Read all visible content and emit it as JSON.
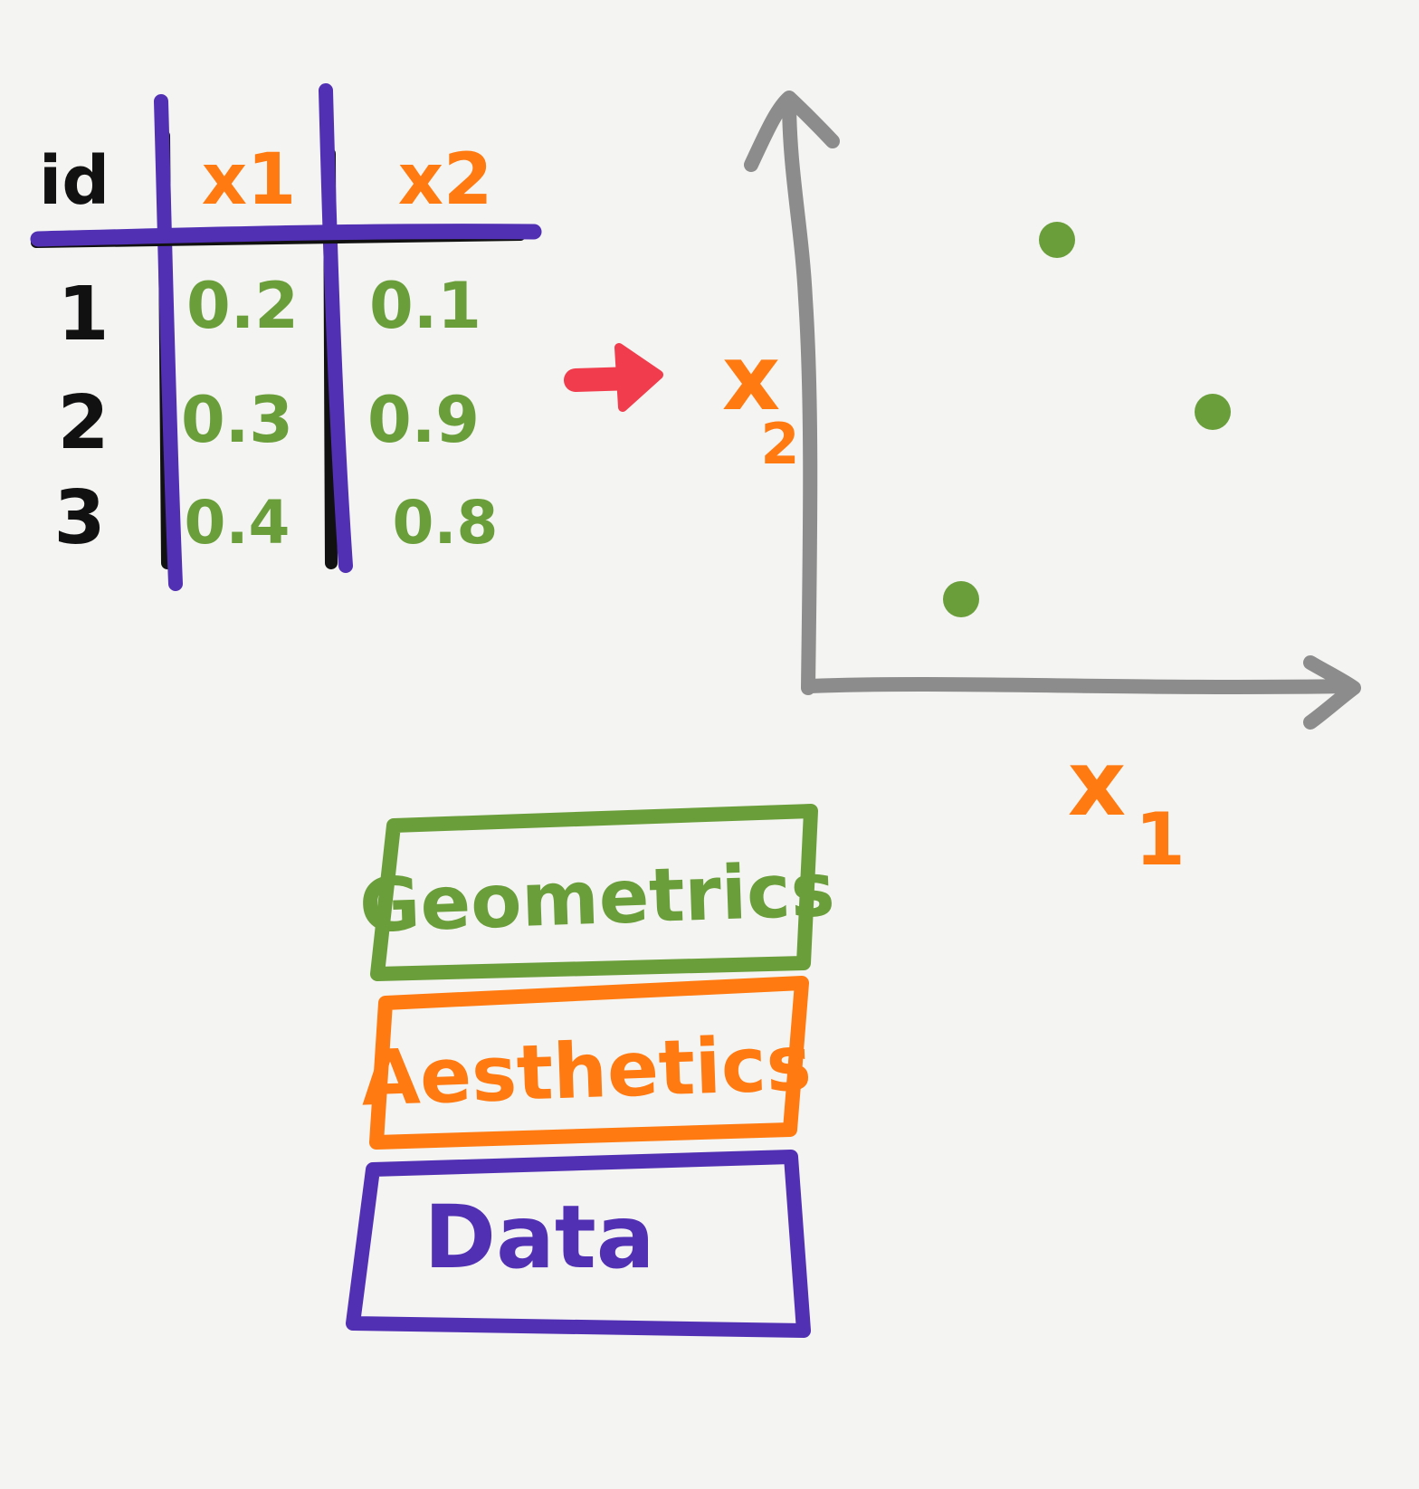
{
  "table": {
    "headers": [
      "id",
      "x1",
      "x2"
    ],
    "rows": [
      {
        "id": "1",
        "x1": "0.2",
        "x2": "0.1"
      },
      {
        "id": "2",
        "x1": "0.3",
        "x2": "0.9"
      },
      {
        "id": "3",
        "x1": "0.4",
        "x2": "0.8"
      }
    ]
  },
  "plot": {
    "x_label_main": "x",
    "x_label_sub": "1",
    "y_label_main": "x",
    "y_label_sub": "2"
  },
  "chart_data": {
    "type": "scatter",
    "x": [
      0.2,
      0.3,
      0.4
    ],
    "y": [
      0.1,
      0.9,
      0.8
    ],
    "xlabel": "x1",
    "ylabel": "x2",
    "grid": false
  },
  "layers": {
    "top": "Geometrics",
    "middle": "Aesthetics",
    "bottom": "Data"
  },
  "colors": {
    "background": "#f4f4f2",
    "purple": "#5230b4",
    "orange": "#ff7a10",
    "green": "#6a9e3a",
    "gray": "#8c8c8c",
    "red": "#f03c4c",
    "black": "#111111"
  }
}
